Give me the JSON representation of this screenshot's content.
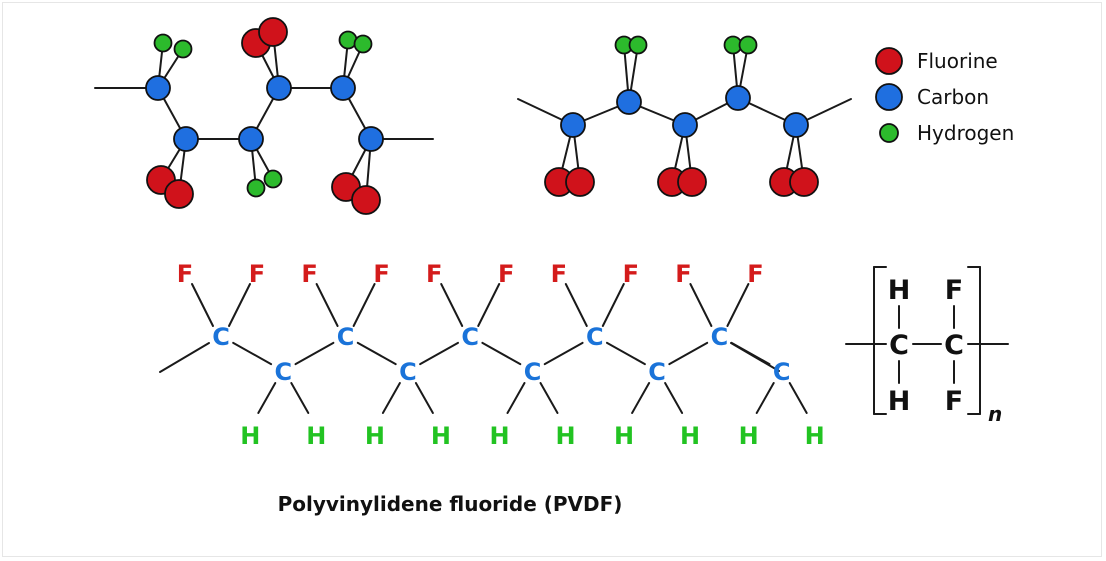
{
  "colors": {
    "fluorine": "#d0121b",
    "carbon": "#1f6fe0",
    "hydrogen": "#2cba2c",
    "bond": "#1a1a1a",
    "fluorine_label": "#d41b1b",
    "carbon_label": "#1a73d9",
    "hydrogen_label": "#22c322",
    "formula": "#111111"
  },
  "legend": [
    {
      "label": "Fluorine",
      "element": "fluorine"
    },
    {
      "label": "Carbon",
      "element": "carbon"
    },
    {
      "label": "Hydrogen",
      "element": "hydrogen"
    }
  ],
  "structural_formula": {
    "carbon_symbol": "C",
    "fluorine_symbol": "F",
    "hydrogen_symbol": "H",
    "carbon_count": 10
  },
  "repeat_unit": {
    "top_left": "H",
    "top_right": "F",
    "middle_left": "C",
    "middle_right": "C",
    "bottom_left": "H",
    "bottom_right": "F",
    "subscript": "n"
  },
  "caption": "Polyvinylidene fluoride (PVDF)"
}
